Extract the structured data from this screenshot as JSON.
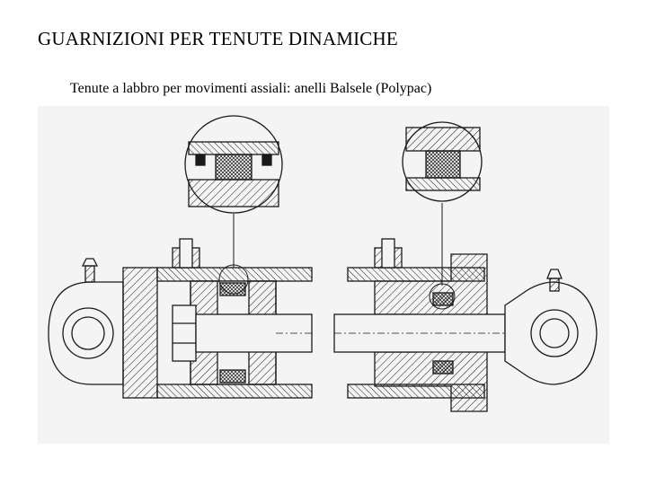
{
  "page": {
    "title": "GUARNIZIONI PER TENUTE DINAMICHE",
    "subtitle": "Tenute a labbro per movimenti assiali: anelli Balsele (Polypac)"
  },
  "drawing": {
    "subject": "hydraulic-cylinder-section",
    "ink_color": "#1a1a1a",
    "paper_color": "#f4f4f4",
    "details": [
      "piston-seal-detail",
      "rod-seal-detail"
    ]
  }
}
